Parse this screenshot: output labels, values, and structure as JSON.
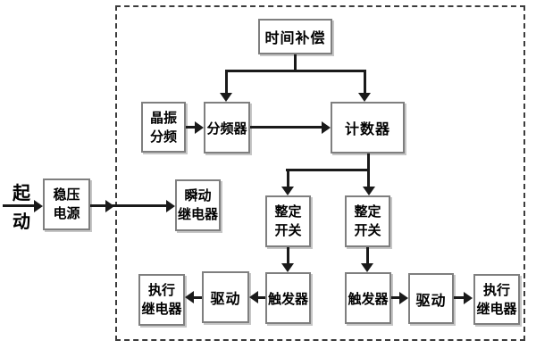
{
  "diagram": {
    "description_type": "block-diagram",
    "start_label": {
      "line1": "起",
      "line2": "动"
    },
    "nodes": {
      "power": {
        "line1": "稳压",
        "line2": "电源"
      },
      "time_comp": {
        "label": "时间补偿"
      },
      "crystal": {
        "line1": "晶振",
        "line2": "分频"
      },
      "divider": {
        "label": "分频器"
      },
      "counter": {
        "label": "计数器"
      },
      "instant_relay": {
        "line1": "瞬动",
        "line2": "继电器"
      },
      "setting_switch_left": {
        "line1": "整定",
        "line2": "开关"
      },
      "setting_switch_right": {
        "line1": "整定",
        "line2": "开关"
      },
      "trigger_left": {
        "label": "触发器"
      },
      "trigger_right": {
        "label": "触发器"
      },
      "drive_left": {
        "label": "驱动"
      },
      "drive_right": {
        "label": "驱动"
      },
      "exec_relay_left": {
        "line1": "执行",
        "line2": "继电器"
      },
      "exec_relay_right": {
        "line1": "执行",
        "line2": "继电器"
      }
    },
    "colors": {
      "background": "#ffffff",
      "box_fill": "#ffffff",
      "box_border": "#7f7f7f",
      "box_shadow": "#c6c6c6",
      "line": "#1a1a1a",
      "dashed_frame": "#3c3c3c",
      "text": "#000000"
    }
  }
}
